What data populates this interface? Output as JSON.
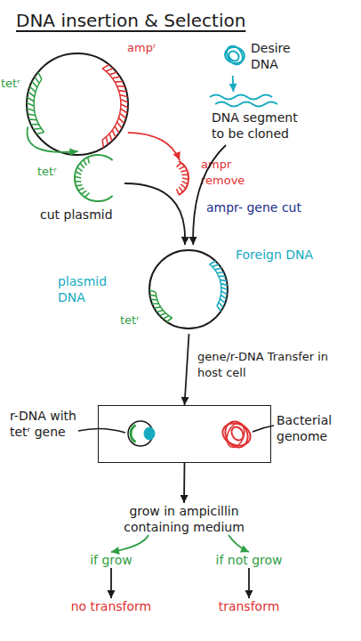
{
  "diagram": {
    "title": "DNA insertion & Selection",
    "nodes": [
      {
        "text": [
          "tetʳ",
          "ampʳ"
        ]
      },
      {
        "text": [
          "Desire DNA"
        ]
      },
      {
        "text": [
          "DNA segment to be cloned"
        ]
      },
      {
        "text": [
          "tetʳ",
          "cut plasmid"
        ]
      },
      {
        "text": [
          "ampr remove"
        ]
      },
      {
        "text": [
          "plasmid DNA",
          "tetʳ",
          "Foreign DNA"
        ]
      },
      {
        "text": []
      },
      {
        "text": [
          "r-DNA with tetʳ gene"
        ],
        "in": 6
      },
      {
        "text": [
          "Bacterial genome"
        ],
        "in": 6
      },
      {
        "text": [
          "grow in ampicillin containing medium"
        ]
      },
      {
        "text": [
          "if grow"
        ]
      },
      {
        "text": [
          "if not grow"
        ]
      },
      {
        "text": [
          "no transform"
        ]
      },
      {
        "text": [
          "transform"
        ]
      }
    ],
    "edges": [
      {
        "from": 0,
        "to": 3,
        "arrow": "to"
      },
      {
        "from": 0,
        "to": 4,
        "arrow": "to"
      },
      {
        "from": 1,
        "to": 2,
        "arrow": "to"
      },
      {
        "from": 3,
        "to": 5,
        "label": "ampr- gene cut",
        "arrow": "to"
      },
      {
        "from": 2,
        "to": 5,
        "arrow": "to"
      },
      {
        "from": 5,
        "to": 6,
        "label": "gene/r-DNA Transfer in host cell",
        "arrow": "to"
      },
      {
        "from": 6,
        "to": 9,
        "arrow": "to"
      },
      {
        "from": 9,
        "to": 10,
        "arrow": "to"
      },
      {
        "from": 9,
        "to": 11,
        "arrow": "to"
      },
      {
        "from": 10,
        "to": 12,
        "arrow": "to"
      },
      {
        "from": 11,
        "to": 13,
        "arrow": "to"
      }
    ]
  }
}
